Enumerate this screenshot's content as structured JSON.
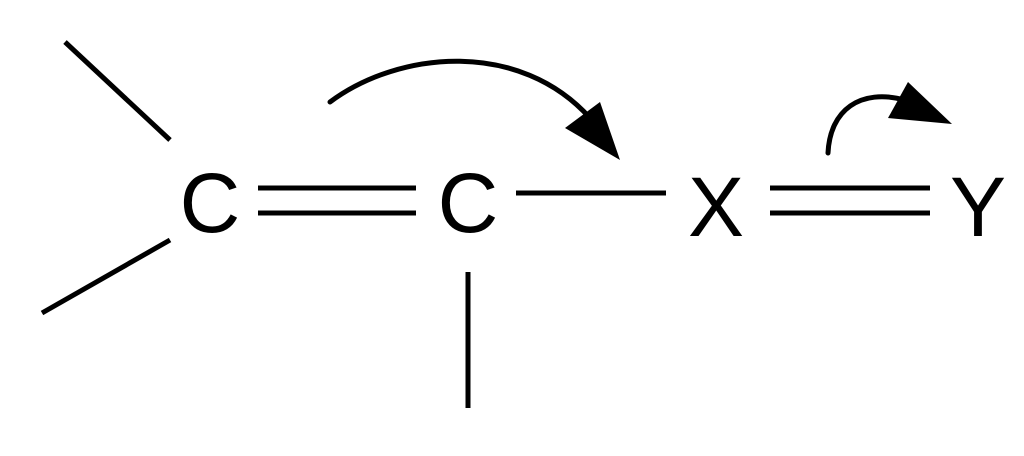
{
  "diagram": {
    "atoms": [
      {
        "id": "c1",
        "label": "C"
      },
      {
        "id": "c2",
        "label": "C"
      },
      {
        "id": "x",
        "label": "X"
      },
      {
        "id": "y",
        "label": "Y"
      }
    ],
    "bonds": [
      {
        "from": "c1",
        "to": "c2",
        "order": 2
      },
      {
        "from": "c2",
        "to": "x",
        "order": 1
      },
      {
        "from": "x",
        "to": "y",
        "order": 2
      }
    ],
    "arrows": [
      {
        "name": "electron-push-arrow-cc-to-cx",
        "type": "curved"
      },
      {
        "name": "electron-push-arrow-xy-to-y",
        "type": "curved"
      }
    ],
    "colors": {
      "ink": "#000000",
      "background": "#ffffff"
    }
  }
}
